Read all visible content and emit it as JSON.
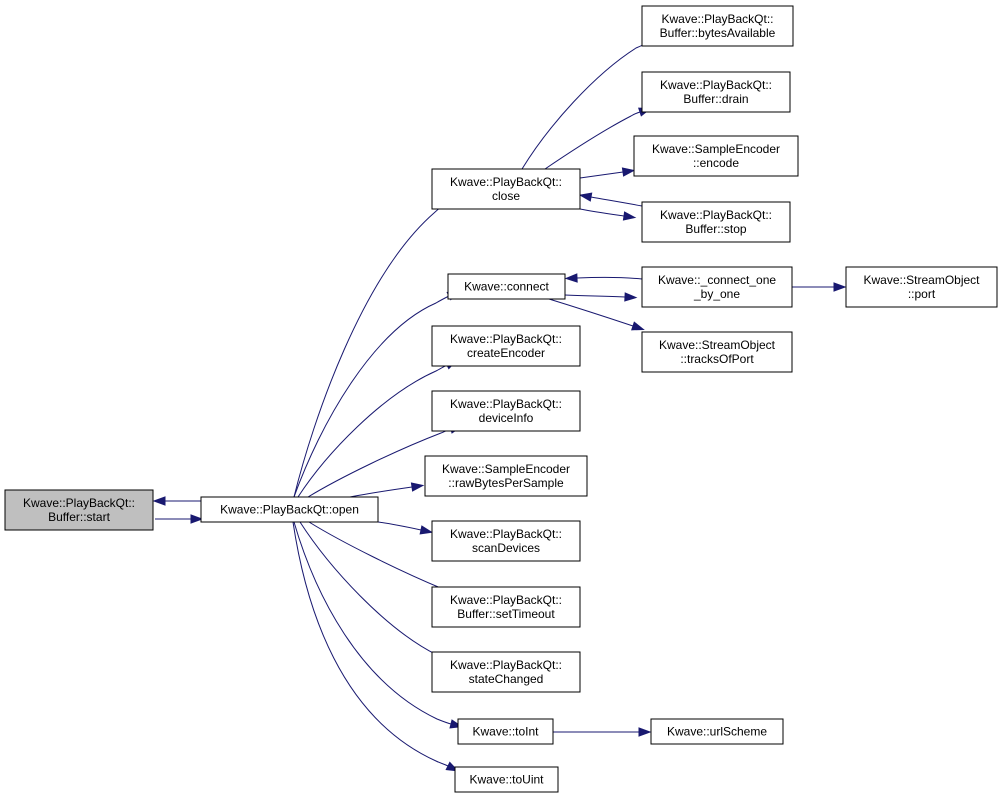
{
  "colors": {
    "edge": "#191970",
    "node_fill": "#ffffff",
    "node_fill_focus": "#bfbfbf",
    "node_border": "#000000"
  },
  "nodes": [
    {
      "id": "start",
      "lines": [
        "Kwave::PlayBackQt::",
        "Buffer::start"
      ],
      "focus": true
    },
    {
      "id": "open",
      "lines": [
        "Kwave::PlayBackQt::open"
      ]
    },
    {
      "id": "close",
      "lines": [
        "Kwave::PlayBackQt::",
        "close"
      ]
    },
    {
      "id": "connect",
      "lines": [
        "Kwave::connect"
      ]
    },
    {
      "id": "createEncoder",
      "lines": [
        "Kwave::PlayBackQt::",
        "createEncoder"
      ]
    },
    {
      "id": "deviceInfo",
      "lines": [
        "Kwave::PlayBackQt::",
        "deviceInfo"
      ]
    },
    {
      "id": "rawBytes",
      "lines": [
        "Kwave::SampleEncoder",
        "::rawBytesPerSample"
      ]
    },
    {
      "id": "scanDevices",
      "lines": [
        "Kwave::PlayBackQt::",
        "scanDevices"
      ]
    },
    {
      "id": "setTimeout",
      "lines": [
        "Kwave::PlayBackQt::",
        "Buffer::setTimeout"
      ]
    },
    {
      "id": "stateChanged",
      "lines": [
        "Kwave::PlayBackQt::",
        "stateChanged"
      ]
    },
    {
      "id": "toInt",
      "lines": [
        "Kwave::toInt"
      ]
    },
    {
      "id": "toUint",
      "lines": [
        "Kwave::toUint"
      ]
    },
    {
      "id": "bytesAvailable",
      "lines": [
        "Kwave::PlayBackQt::",
        "Buffer::bytesAvailable"
      ]
    },
    {
      "id": "drain",
      "lines": [
        "Kwave::PlayBackQt::",
        "Buffer::drain"
      ]
    },
    {
      "id": "encode",
      "lines": [
        "Kwave::SampleEncoder",
        "::encode"
      ]
    },
    {
      "id": "stop",
      "lines": [
        "Kwave::PlayBackQt::",
        "Buffer::stop"
      ]
    },
    {
      "id": "connectOne",
      "lines": [
        "Kwave::_connect_one",
        "_by_one"
      ]
    },
    {
      "id": "tracksOfPort",
      "lines": [
        "Kwave::StreamObject",
        "::tracksOfPort"
      ]
    },
    {
      "id": "port",
      "lines": [
        "Kwave::StreamObject",
        "::port"
      ]
    },
    {
      "id": "urlScheme",
      "lines": [
        "Kwave::urlScheme"
      ]
    }
  ],
  "edges": [
    {
      "from": "start",
      "to": "open"
    },
    {
      "from": "open",
      "to": "start"
    },
    {
      "from": "open",
      "to": "close"
    },
    {
      "from": "open",
      "to": "connect"
    },
    {
      "from": "open",
      "to": "createEncoder"
    },
    {
      "from": "open",
      "to": "deviceInfo"
    },
    {
      "from": "open",
      "to": "rawBytes"
    },
    {
      "from": "open",
      "to": "scanDevices"
    },
    {
      "from": "open",
      "to": "setTimeout"
    },
    {
      "from": "open",
      "to": "stateChanged"
    },
    {
      "from": "open",
      "to": "toInt"
    },
    {
      "from": "open",
      "to": "toUint"
    },
    {
      "from": "close",
      "to": "bytesAvailable"
    },
    {
      "from": "close",
      "to": "drain"
    },
    {
      "from": "close",
      "to": "encode"
    },
    {
      "from": "close",
      "to": "stop"
    },
    {
      "from": "stop",
      "to": "close"
    },
    {
      "from": "connect",
      "to": "connectOne"
    },
    {
      "from": "connectOne",
      "to": "connect"
    },
    {
      "from": "connect",
      "to": "tracksOfPort"
    },
    {
      "from": "connectOne",
      "to": "port"
    },
    {
      "from": "toInt",
      "to": "urlScheme"
    }
  ]
}
